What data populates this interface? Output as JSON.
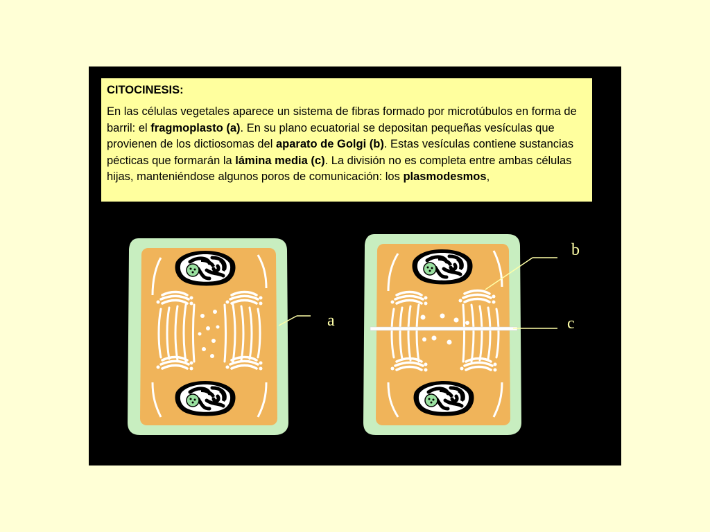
{
  "slide": {
    "title": "CITOCINESIS:",
    "paragraph": [
      {
        "text": "En las células vegetales aparece un sistema de fibras formado por microtúbulos en forma de barril: el ",
        "bold": false
      },
      {
        "text": "fragmoplasto (a)",
        "bold": true
      },
      {
        "text": ". En su plano ecuatorial se depositan pequeñas vesículas que provienen de los dictiosomas del ",
        "bold": false
      },
      {
        "text": "aparato de Golgi (b)",
        "bold": true
      },
      {
        "text": ". Estas vesículas contiene sustancias pécticas que formarán la ",
        "bold": false
      },
      {
        "text": "lámina media (c)",
        "bold": true
      },
      {
        "text": ". La división no es completa entre ambas células hijas, manteniéndose algunos poros de comunicación: los ",
        "bold": false
      },
      {
        "text": "plasmodesmos",
        "bold": true
      },
      {
        "text": ",",
        "bold": false
      }
    ]
  },
  "diagram": {
    "labels": {
      "a": "a",
      "b": "b",
      "c": "c"
    },
    "colors": {
      "background": "#000000",
      "cell_wall": "#c8eec0",
      "cytoplasm": "#f0b45a",
      "nucleus_fill": "#ffffff",
      "chromatin": "#000000",
      "nucleolus": "#9ae0a0",
      "label_color": "#ffffa8",
      "textbox": "#ffff9e",
      "page": "#ffffd6"
    }
  }
}
